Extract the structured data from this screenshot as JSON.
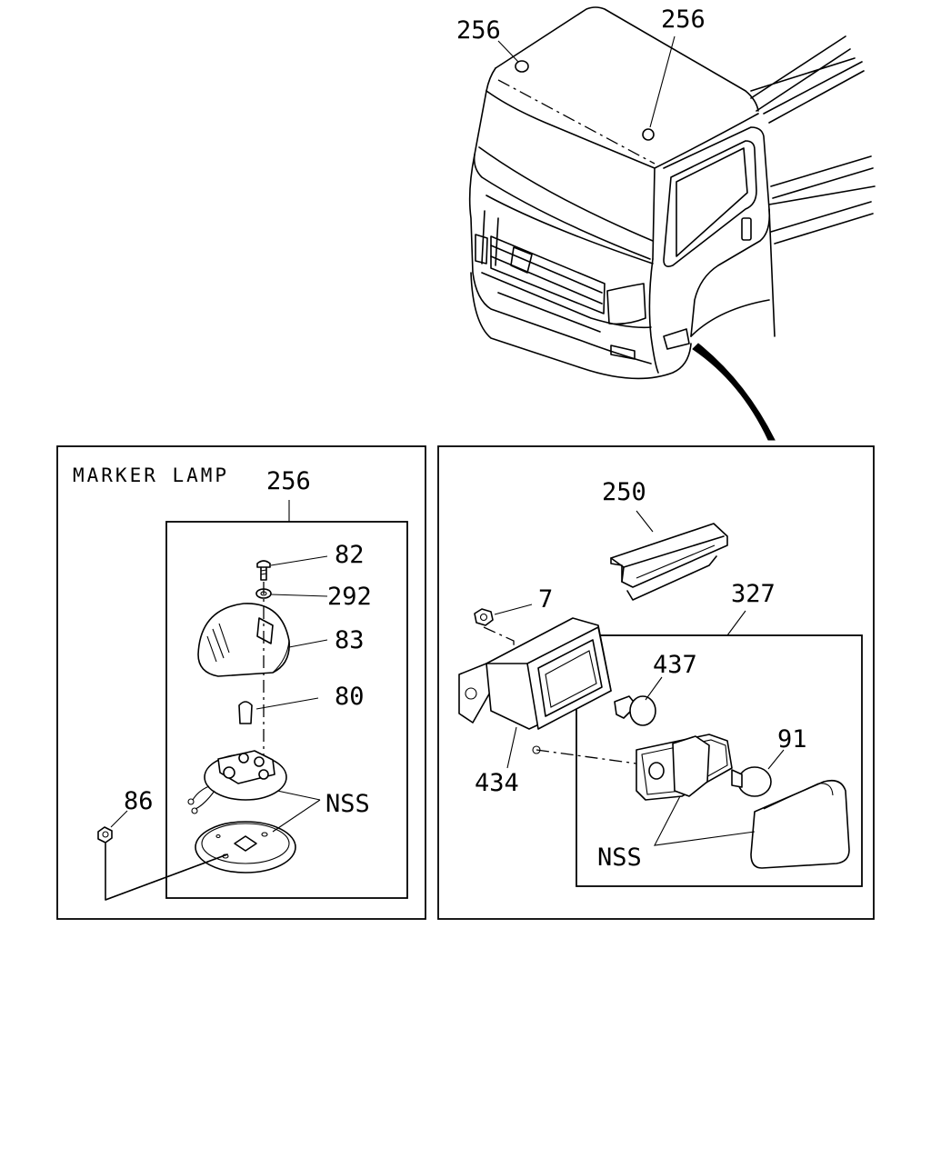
{
  "truck": {
    "callout_roof_left": "256",
    "callout_roof_right": "256"
  },
  "marker_lamp_panel": {
    "title": "MARKER LAMP",
    "assembly_callout": "256",
    "parts": {
      "screw": "82",
      "washer": "292",
      "lens": "83",
      "bulb": "80",
      "nut": "86",
      "nss_label": "NSS"
    }
  },
  "side_lamp_panel": {
    "parts": {
      "bracket_cover": "250",
      "nut": "7",
      "housing": "434",
      "assembly": "327",
      "socket": "437",
      "bulb": "91",
      "nss_label": "NSS"
    }
  }
}
